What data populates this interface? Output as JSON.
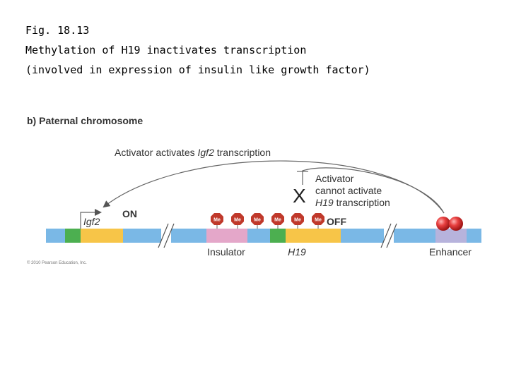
{
  "slide": {
    "fig_label": "Fig. 18.13",
    "title": "Methylation of H19 inactivates transcription",
    "subtitle": "(involved in expression of insulin like growth factor)"
  },
  "diagram": {
    "panel_title": "b) Paternal chromosome",
    "activator_arc_prefix": "Activator activates ",
    "activator_arc_gene": "Igf2",
    "activator_arc_suffix": " transcription",
    "blocked_line1": "Activator",
    "blocked_line2": "cannot activate",
    "blocked_gene": "H19",
    "blocked_suffix": " transcription",
    "blocked_mark": "X",
    "igf2_label": "Igf2",
    "igf2_state": "ON",
    "h19_state": "OFF",
    "methyl_label": "Me",
    "insulator_label": "Insulator",
    "h19_label": "H19",
    "enhancer_label": "Enhancer",
    "copyright": "© 2010 Pearson Education, Inc.",
    "colors": {
      "chromosome": "#7ab8e6",
      "promoter": "#4caf50",
      "gene": "#f7c548",
      "insulator": "#e4a7c9",
      "enhancer": "#b7b3dc",
      "methyl": "#c0392b",
      "activator": "#e03030",
      "arrow": "#6b6b6b"
    }
  }
}
